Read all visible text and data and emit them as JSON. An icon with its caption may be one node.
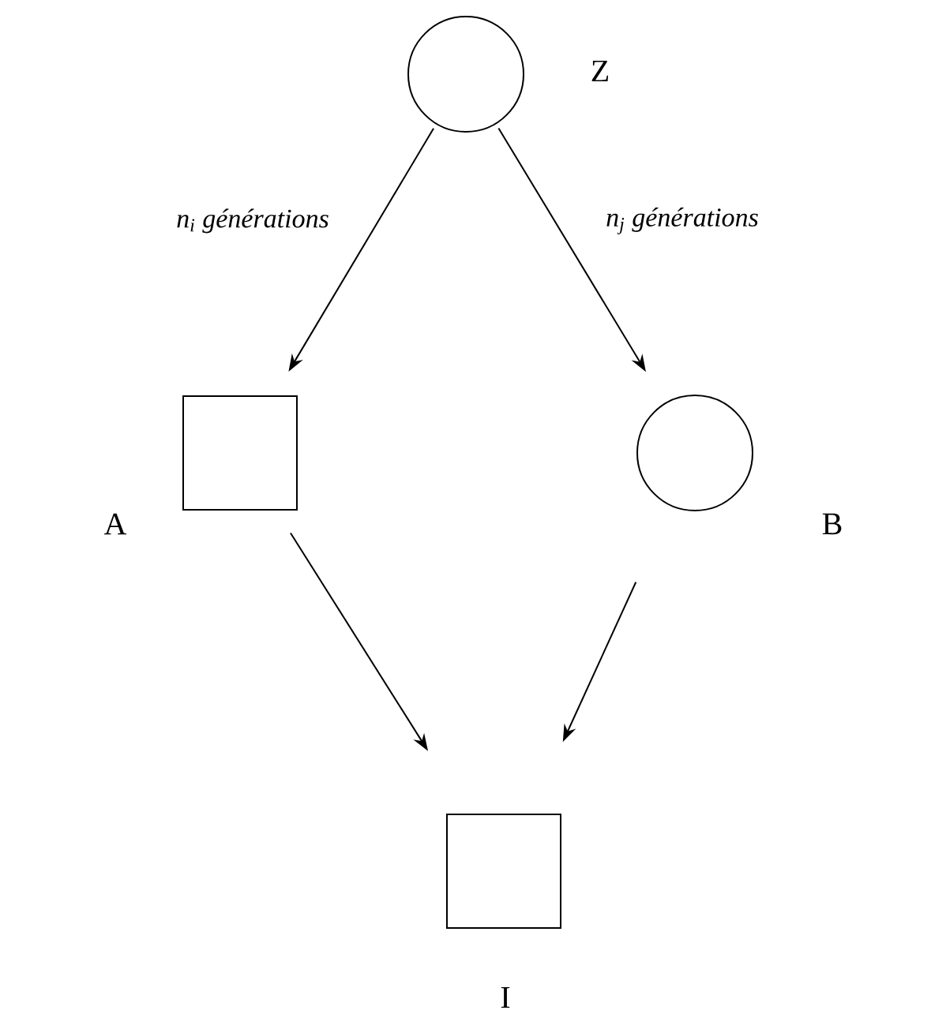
{
  "diagram": {
    "nodes": [
      {
        "text": [],
        "shape": "circle",
        "beside": [
          "Z"
        ]
      },
      {
        "text": [],
        "shape": "box",
        "beside": [
          "A"
        ]
      },
      {
        "text": [],
        "shape": "circle",
        "beside": [
          "B"
        ]
      },
      {
        "text": [],
        "shape": "box",
        "beside": [
          "I"
        ]
      }
    ],
    "edges": [
      {
        "from": 0,
        "to": 1,
        "arrow": "to",
        "label": "n$_{i}$ générations"
      },
      {
        "from": 0,
        "to": 2,
        "arrow": "to",
        "label": "n$_{j}$ générations"
      },
      {
        "from": 1,
        "to": 3,
        "arrow": "to"
      },
      {
        "from": 2,
        "to": 3,
        "arrow": "to"
      }
    ]
  }
}
